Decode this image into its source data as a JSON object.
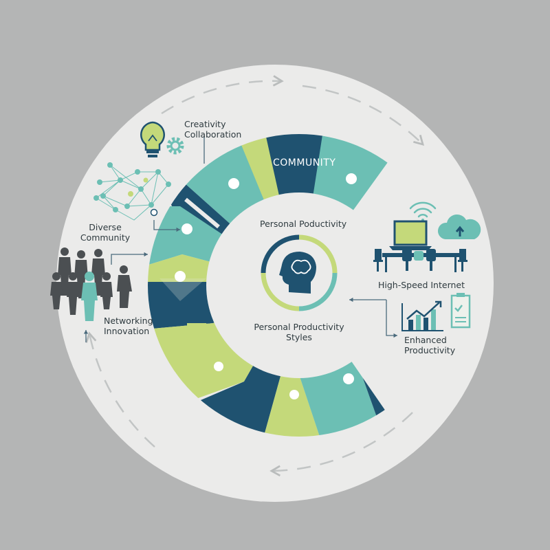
{
  "diagram": {
    "ring_title": "COMMUNITY",
    "center_top": "Personal Poductivity",
    "center_bottom": [
      "Personal Productivity",
      "Styles"
    ],
    "labels": {
      "creativity": [
        "Creativity",
        "Collaboration"
      ],
      "diverse": [
        "Diverse",
        "Community"
      ],
      "networking": [
        "Networking",
        "Innovation"
      ],
      "internet": "High-Speed Internet",
      "enhanced": [
        "Enhanced",
        "Productivity"
      ]
    },
    "icons": [
      "lightbulb-icon",
      "gear-icon",
      "network-graph-icon",
      "people-group-icon",
      "wifi-icon",
      "laptop-icon",
      "cloud-upload-icon",
      "meeting-table-icon",
      "bar-chart-icon",
      "checklist-icon",
      "brain-head-icon"
    ],
    "colors": {
      "navy": "#1f5270",
      "teal": "#6cbfb4",
      "lime": "#c4d97a",
      "background": "#b4b5b5",
      "circle": "#ebebea"
    }
  }
}
